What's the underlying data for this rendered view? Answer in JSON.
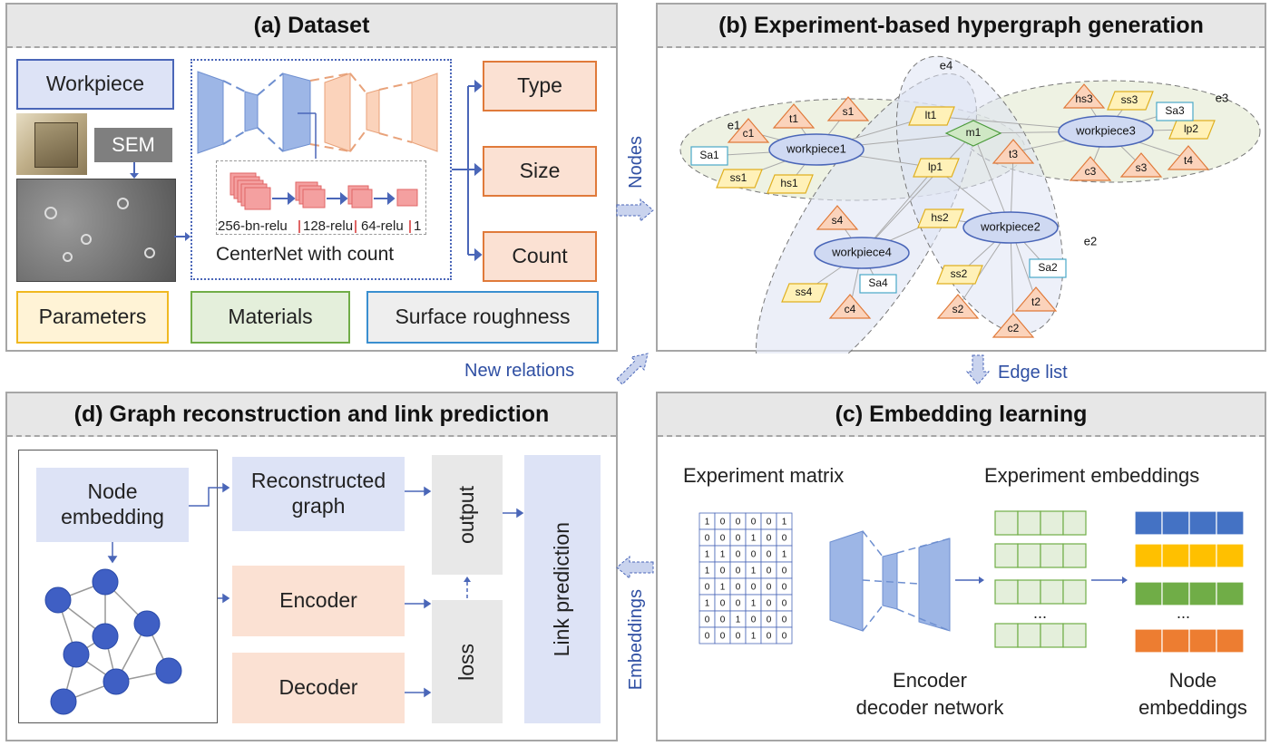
{
  "panel_a": {
    "title": "(a) Dataset",
    "workpiece": "Workpiece",
    "sem": "SEM",
    "type": "Type",
    "size": "Size",
    "count": "Count",
    "parameters": "Parameters",
    "materials": "Materials",
    "surface_roughness": "Surface roughness",
    "centernet": "CenterNet with count",
    "layers": [
      "256-bn-relu",
      "128-relu",
      "64-relu",
      "1"
    ]
  },
  "panel_b": {
    "title": "(b) Experiment-based hypergraph generation",
    "edges": [
      "e1",
      "e2",
      "e3",
      "e4"
    ],
    "workpieces": [
      "workpiece1",
      "workpiece2",
      "workpiece3",
      "workpiece4"
    ],
    "triangles": [
      "c1",
      "t1",
      "s1",
      "t3",
      "hs3",
      "c3",
      "s3",
      "t4",
      "s4",
      "c4",
      "s2",
      "t2",
      "c2"
    ],
    "parallelograms": [
      "lt1",
      "lp1",
      "ss1",
      "hs1",
      "ss3",
      "lp2",
      "hs2",
      "ss2",
      "ss4"
    ],
    "rects": [
      "Sa1",
      "Sa3",
      "Sa2",
      "Sa4"
    ],
    "diamond": "m1"
  },
  "panel_c": {
    "title": "(c) Embedding learning",
    "experiment_matrix": "Experiment matrix",
    "experiment_embeddings": "Experiment embeddings",
    "encoder_decoder": "Encoder\ndecoder network",
    "node_embeddings": "Node\nembeddings",
    "ellipsis": "...",
    "matrix": [
      [
        1,
        0,
        0,
        0,
        0,
        1
      ],
      [
        0,
        0,
        0,
        1,
        0,
        0
      ],
      [
        1,
        1,
        0,
        0,
        0,
        1
      ],
      [
        1,
        0,
        0,
        1,
        0,
        0
      ],
      [
        0,
        1,
        0,
        0,
        0,
        0
      ],
      [
        1,
        0,
        0,
        1,
        0,
        0
      ],
      [
        0,
        0,
        1,
        0,
        0,
        0
      ],
      [
        0,
        0,
        0,
        1,
        0,
        0
      ]
    ],
    "embedding_colors": [
      "#4472c4",
      "#ffc000",
      "#70ad47",
      "#ed7d31"
    ]
  },
  "panel_d": {
    "title": "(d) Graph reconstruction and link prediction",
    "node_embedding": "Node\nembedding",
    "reconstructed_graph": "Reconstructed\ngraph",
    "encoder": "Encoder",
    "decoder": "Decoder",
    "output": "output",
    "loss": "loss",
    "link_prediction": "Link prediction"
  },
  "arrows": {
    "nodes": "Nodes",
    "edge_list": "Edge list",
    "embeddings": "Embeddings",
    "new_relations": "New relations"
  }
}
